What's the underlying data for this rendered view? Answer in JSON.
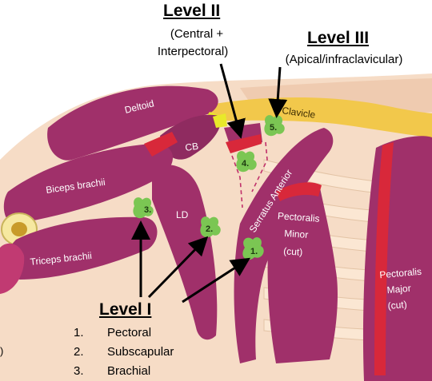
{
  "levels": {
    "level2": {
      "title": "Level II",
      "subtitle_line1": "(Central +",
      "subtitle_line2": "Interpectoral)"
    },
    "level3": {
      "title": "Level III",
      "subtitle": "(Apical/infraclavicular)"
    },
    "level1": {
      "title": "Level I"
    }
  },
  "legend": [
    {
      "num": "1.",
      "label": "Pectoral"
    },
    {
      "num": "2.",
      "label": "Subscapular"
    },
    {
      "num": "3.",
      "label": "Brachial"
    }
  ],
  "muscles": {
    "deltoid": "Deltoid",
    "clavicle": "Clavicle",
    "cb": "CB",
    "biceps": "Biceps brachii",
    "triceps": "Triceps brachii",
    "ld": "LD",
    "serratus": "Serratus Anterior",
    "pec_minor_1": "Pectoralis",
    "pec_minor_2": "Minor",
    "pec_minor_3": "(cut)",
    "pec_major_1": "Pectoralis",
    "pec_major_2": "Major",
    "pec_major_3": "(cut)"
  },
  "nodes": [
    "1.",
    "2.",
    "3.",
    "4.",
    "5."
  ],
  "corner_mark": ")",
  "colors": {
    "muscle": "#a0306a",
    "muscle_dark": "#6e1f4a",
    "bone": "#f2c84b",
    "node": "#7bc653",
    "skin": "#f6dcc6",
    "red": "#d8283a"
  }
}
